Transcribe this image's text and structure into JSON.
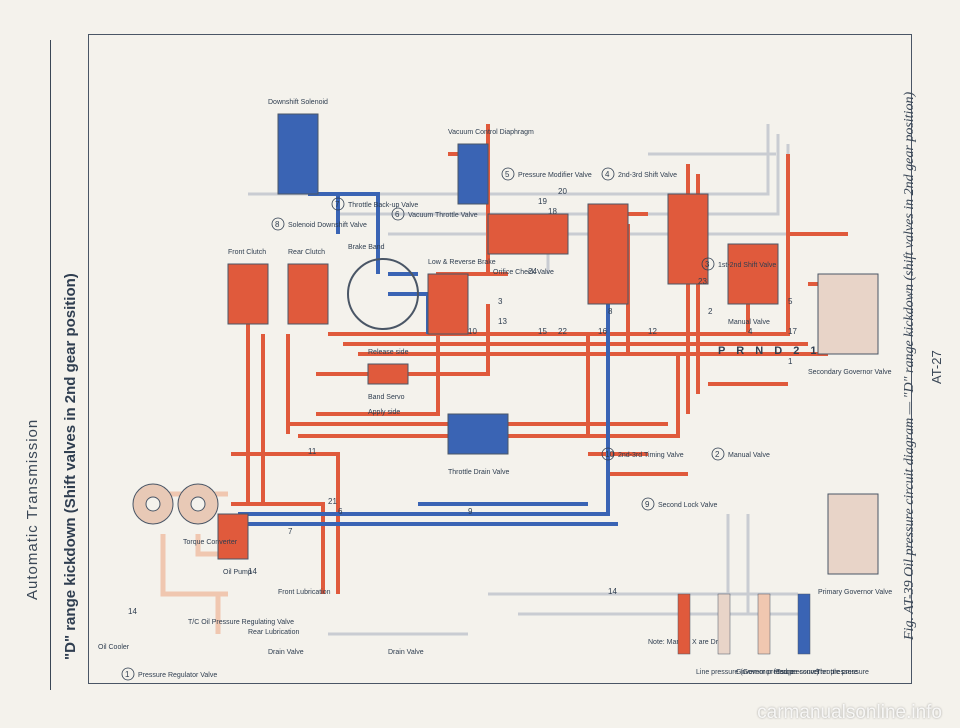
{
  "page": {
    "header": "Automatic Transmission",
    "subtitle": "\"D\" range kickdown (Shift valves in 2nd gear position)",
    "caption": "Fig. AT-39 Oil pressure circuit diagram — \"D\" range kickdown (shift valves in 2nd gear position)",
    "page_number": "AT-27",
    "watermark": "carmanualsonline.info"
  },
  "components": {
    "torque_converter": "Torque Converter",
    "oil_pump": "Oil Pump",
    "front_clutch": "Front Clutch",
    "rear_clutch": "Rear Clutch",
    "brake_band": "Brake Band",
    "low_reverse_brake": "Low & Reverse Brake",
    "vacuum_diaphragm": "Vacuum Control Diaphragm",
    "downshift_solenoid": "Downshift Solenoid",
    "oil_cooler": "Oil Cooler",
    "tc_regulating_valve": "T/C Oil Pressure Regulating Valve",
    "rear_lubrication": "Rear Lubrication",
    "front_lubrication": "Front Lubrication",
    "drain_valve": "Drain Valve",
    "drain_valve_2": "Drain Valve",
    "band_servo": "Band Servo",
    "apply_side": "Apply side",
    "release_side": "Release side",
    "throttle_drain_valve": "Throttle Drain Valve",
    "orifice_check_valve": "Orifice Check Valve",
    "secondary_governor": "Secondary Governor Valve",
    "primary_governor": "Primary Governor Valve",
    "manual_valve_label": "Manual Valve",
    "prnd": "P R N D 2 1"
  },
  "valves": [
    {
      "num": "1",
      "label": "Pressure Regulator Valve"
    },
    {
      "num": "2",
      "label": "Manual Valve"
    },
    {
      "num": "3",
      "label": "1st-2nd Shift Valve"
    },
    {
      "num": "4",
      "label": "2nd-3rd Shift Valve"
    },
    {
      "num": "5",
      "label": "Pressure Modifier Valve"
    },
    {
      "num": "6",
      "label": "Vacuum Throttle Valve"
    },
    {
      "num": "7",
      "label": "Throttle Back-up Valve"
    },
    {
      "num": "8",
      "label": "Solenoid Downshift Valve"
    },
    {
      "num": "9",
      "label": "Second Lock Valve"
    },
    {
      "num": "10",
      "label": "2nd-3rd Timing Valve"
    }
  ],
  "line_numbers": [
    "14",
    "14",
    "7",
    "11",
    "21",
    "6",
    "9",
    "10",
    "15",
    "22",
    "16",
    "12",
    "3",
    "13",
    "24",
    "8",
    "23",
    "2",
    "4",
    "5",
    "17",
    "1",
    "20",
    "19",
    "18",
    "14"
  ],
  "legend": {
    "note": "Note: Marked X are Drain",
    "items": [
      {
        "label": "Line pressure (Governor feed pressure)",
        "color": "#e05a3c"
      },
      {
        "label": "Governor pressure",
        "color": "#e8d4c8"
      },
      {
        "label": "Torque converter pressure",
        "color": "#f0c7b0"
      },
      {
        "label": "Throttle pressure",
        "color": "#3a64b4"
      }
    ]
  },
  "colors": {
    "line": "#e05a3c",
    "throttle": "#3a64b4",
    "governor": "#e8d4c8",
    "converter": "#f0c7b0",
    "drain": "#c9ccd2"
  }
}
